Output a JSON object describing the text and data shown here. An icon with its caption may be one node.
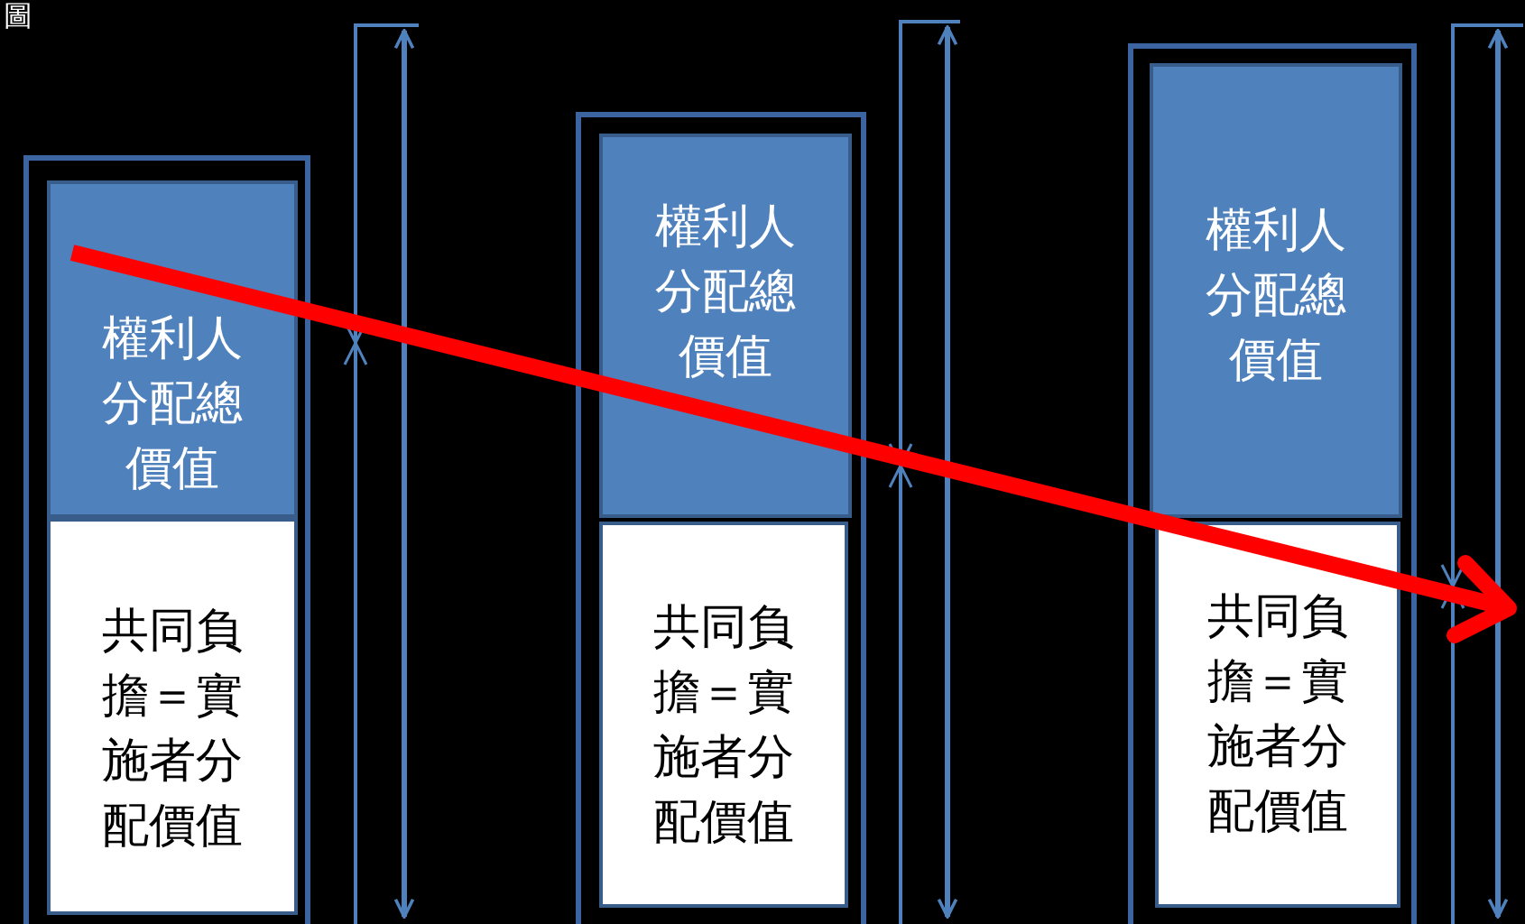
{
  "diagram": {
    "title": "圖",
    "nodes": [
      {
        "text": [],
        "shape": "box"
      },
      {
        "text": [
          "權利人分配總價值"
        ],
        "in": 0
      },
      {
        "text": [
          "共同負擔＝實施者分配價值"
        ],
        "in": 0
      },
      {
        "text": [],
        "shape": "box"
      },
      {
        "text": [
          "權利人分配總價值"
        ],
        "in": 3
      },
      {
        "text": [
          "共同負擔＝實施者分配價值"
        ],
        "in": 3
      },
      {
        "text": [],
        "shape": "box"
      },
      {
        "text": [
          "權利人分配總價值"
        ],
        "in": 6
      },
      {
        "text": [
          "共同負擔＝實施者分配價值"
        ],
        "in": 6
      }
    ]
  }
}
